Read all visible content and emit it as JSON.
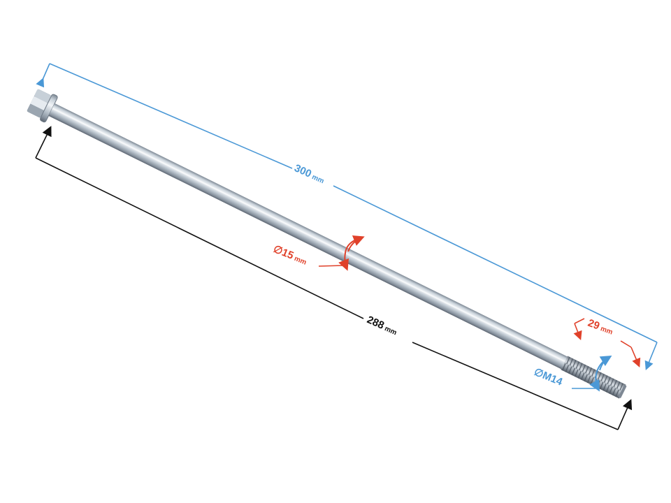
{
  "colors": {
    "blue": "#4a98d6",
    "red": "#e0412a",
    "black": "#111111",
    "metal_light": "#dfe6ec",
    "metal_mid": "#aeb8c2",
    "metal_dark": "#6f7a86"
  },
  "dimensions": {
    "total_length": {
      "value": "300",
      "unit": "mm"
    },
    "shank_length": {
      "value": "288",
      "unit": "mm"
    },
    "shaft_diameter": {
      "symbol": "∅",
      "value": "15",
      "unit": "mm"
    },
    "thread_length": {
      "value": "29",
      "unit": "mm"
    },
    "thread_size": {
      "symbol": "∅",
      "value": "M14"
    }
  }
}
